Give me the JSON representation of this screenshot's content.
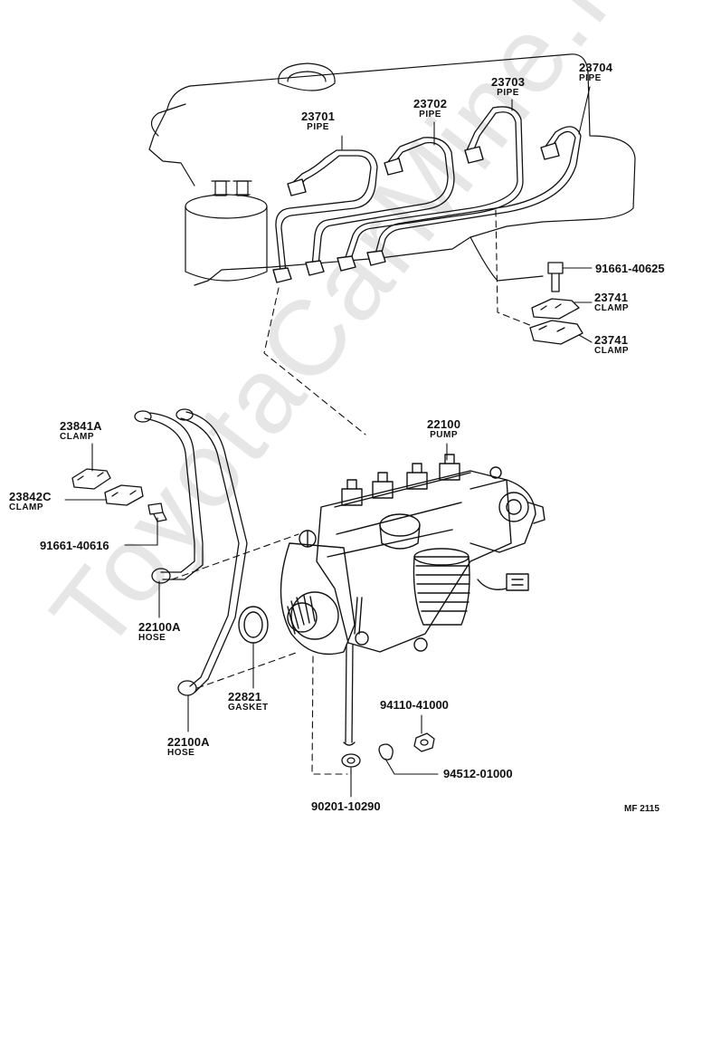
{
  "watermark": "ToyotaCarMine.ru",
  "figure_code": "MF 2115",
  "parts": {
    "p23701": {
      "number": "23701",
      "name": "PIPE"
    },
    "p23702": {
      "number": "23702",
      "name": "PIPE"
    },
    "p23703": {
      "number": "23703",
      "name": "PIPE"
    },
    "p23704": {
      "number": "23704",
      "name": "PIPE"
    },
    "p91661_40625": {
      "number": "91661-40625"
    },
    "p23741_a": {
      "number": "23741",
      "name": "CLAMP"
    },
    "p23741_b": {
      "number": "23741",
      "name": "CLAMP"
    },
    "p22100": {
      "number": "22100",
      "name": "PUMP"
    },
    "p23841A": {
      "number": "23841A",
      "name": "CLAMP"
    },
    "p23842C": {
      "number": "23842C",
      "name": "CLAMP"
    },
    "p91661_40616": {
      "number": "91661-40616"
    },
    "p22100A_a": {
      "number": "22100A",
      "name": "HOSE"
    },
    "p22821": {
      "number": "22821",
      "name": "GASKET"
    },
    "p22100A_b": {
      "number": "22100A",
      "name": "HOSE"
    },
    "p94110_41000": {
      "number": "94110-41000"
    },
    "p94512_01000": {
      "number": "94512-01000"
    },
    "p90201_10290": {
      "number": "90201-10290"
    }
  }
}
